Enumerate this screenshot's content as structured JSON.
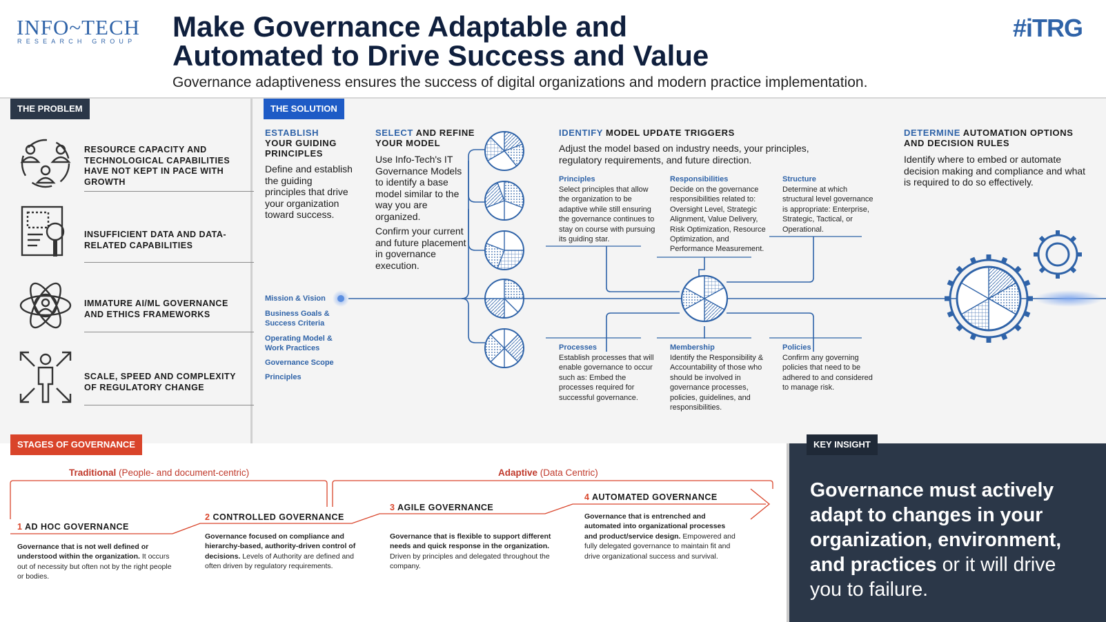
{
  "header": {
    "logo_main": "INFO~TECH",
    "logo_sub": "RESEARCH GROUP",
    "title_line1": "Make Governance Adaptable and",
    "title_line2": "Automated to Drive Success and Value",
    "subtitle": "Governance adaptiveness ensures the success of digital organizations and modern practice implementation.",
    "badge": "#iTRG"
  },
  "problem": {
    "tag": "THE PROBLEM",
    "items": [
      {
        "text": "RESOURCE CAPACITY AND TECHNOLOGICAL CAPABILITIES HAVE NOT KEPT IN PACE WITH GROWTH",
        "icon": "people-cycle-icon"
      },
      {
        "text": "INSUFFICIENT DATA AND DATA-RELATED CAPABILITIES",
        "icon": "data-magnifier-icon"
      },
      {
        "text": "IMMATURE AI/ML GOVERNANCE AND ETHICS FRAMEWORKS",
        "icon": "ai-atom-person-icon"
      },
      {
        "text": "SCALE, SPEED AND COMPLEXITY OF REGULATORY CHANGE",
        "icon": "person-arrows-icon"
      }
    ]
  },
  "solution": {
    "tag": "THE SOLUTION",
    "establish": {
      "head_hl": "ESTABLISH",
      "head_rest": "YOUR GUIDING PRINCIPLES",
      "body": "Define and establish the guiding principles that drive your organization toward success.",
      "links": [
        "Mission & Vision",
        "Business Goals & Success Criteria",
        "Operating Model & Work Practices",
        "Governance Scope",
        "Principles"
      ]
    },
    "select": {
      "head_hl": "SELECT",
      "head_rest": "AND REFINE YOUR MODEL",
      "body1": "Use Info-Tech's IT Governance Models to identify a base model similar to the way you are organized.",
      "body2": "Confirm your current and future placement in governance execution."
    },
    "identify": {
      "head_hl": "IDENTIFY",
      "head_rest": "MODEL UPDATE TRIGGERS",
      "body": "Adjust the model based on industry needs, your principles, regulatory requirements, and future direction.",
      "triggers": {
        "principles": {
          "title": "Principles",
          "body": "Select principles that allow the organization to be adaptive while still ensuring the governance continues to stay on course with pursuing its guiding star."
        },
        "responsibilities": {
          "title": "Responsibilities",
          "body": "Decide on the governance responsibilities related to: Oversight Level, Strategic Alignment, Value Delivery, Risk Optimization, Resource Optimization, and Performance Measurement."
        },
        "structure": {
          "title": "Structure",
          "body": "Determine at which structural level governance is appropriate: Enterprise, Strategic, Tactical, or Operational."
        },
        "processes": {
          "title": "Processes",
          "body": "Establish processes that will enable governance to occur such as: Embed the processes required for successful governance."
        },
        "membership": {
          "title": "Membership",
          "body": "Identify the Responsibility & Accountability of those who should be involved in governance processes, policies, guidelines, and responsibilities."
        },
        "policies": {
          "title": "Policies",
          "body": "Confirm any governing policies that need to be adhered to and considered to manage risk."
        }
      }
    },
    "determine": {
      "head_hl": "DETERMINE",
      "head_rest": "AUTOMATION OPTIONS AND DECISION RULES",
      "body": "Identify where to  embed or automate decision making and compliance and what is required to do so effectively."
    }
  },
  "stages": {
    "tag": "STAGES OF GOVERNANCE",
    "traditional_bold": "Traditional",
    "traditional_rest": "(People- and document-centric)",
    "adaptive_bold": "Adaptive",
    "adaptive_rest": "(Data Centric)",
    "items": [
      {
        "num": "1",
        "title": "AD HOC GOVERNANCE",
        "bold": "Governance that is not well defined or understood within the organization.",
        "rest": "It occurs out of necessity but often not by the right people or bodies."
      },
      {
        "num": "2",
        "title": "CONTROLLED GOVERNANCE",
        "bold": "Governance focused on compliance and hierarchy-based, authority-driven control of decisions.",
        "rest": "Levels of Authority are defined and often driven by regulatory requirements."
      },
      {
        "num": "3",
        "title": "AGILE GOVERNANCE",
        "bold": "Governance that is flexible to support different needs and quick response in the organization.",
        "rest": "Driven by principles and delegated throughout the company."
      },
      {
        "num": "4",
        "title": "AUTOMATED GOVERNANCE",
        "bold": "Governance that is entrenched and automated into organizational processes and product/service design.",
        "rest": "Empowered and fully delegated governance to maintain fit and drive organizational success and survival."
      }
    ]
  },
  "insight": {
    "tag": "KEY INSIGHT",
    "bold": "Governance must actively adapt to changes in your organization, environment, and practices",
    "rest": "or it will drive you to failure."
  },
  "colors": {
    "brand_blue": "#2f63a8",
    "dark_navy": "#2b3748",
    "accent_red": "#d9442a",
    "solution_blue": "#1e5bc6"
  }
}
